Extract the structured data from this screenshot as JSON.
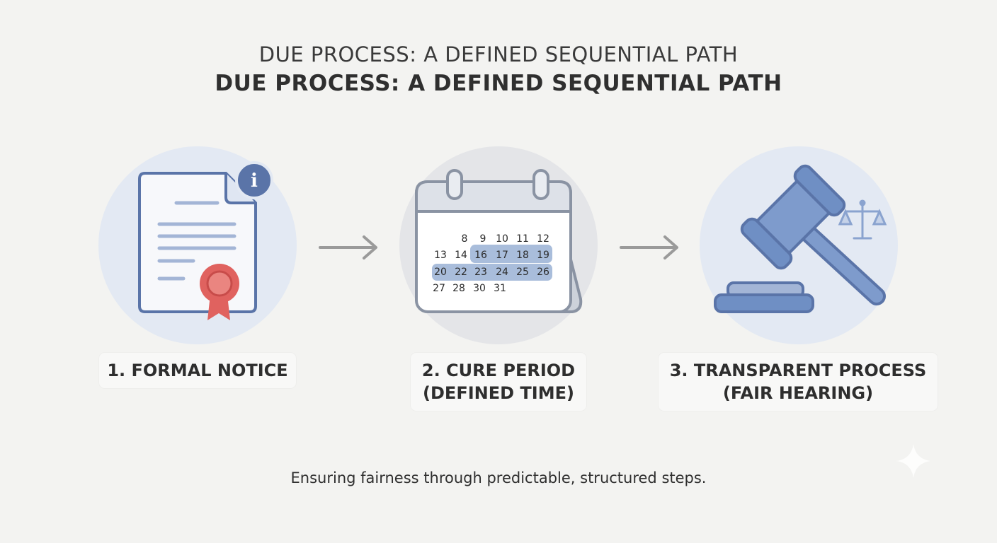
{
  "title": {
    "line1": "DUE PROCESS: A DEFINED SEQUENTIAL PATH",
    "line2": "DUE PROCESS: A DEFINED SEQUENTIAL PATH"
  },
  "steps": [
    {
      "label_line1": "1. FORMAL NOTICE",
      "label_line2": "",
      "icon": "document-seal-icon"
    },
    {
      "label_line1": "2. CURE PERIOD",
      "label_line2": "(DEFINED TIME)",
      "icon": "calendar-icon"
    },
    {
      "label_line1": "3. TRANSPARENT PROCESS",
      "label_line2": "(FAIR HEARING)",
      "icon": "gavel-icon"
    }
  ],
  "calendar": {
    "rows": [
      [
        "",
        "8",
        "9",
        "10",
        "11",
        "12"
      ],
      [
        "13",
        "14",
        "16",
        "17",
        "18",
        "19"
      ],
      [
        "20",
        "22",
        "23",
        "24",
        "25",
        "26"
      ],
      [
        "27",
        "28",
        "30",
        "31",
        "",
        ""
      ]
    ]
  },
  "info_badge": "i",
  "footer": "Ensuring fairness through predictable, structured steps.",
  "colors": {
    "background": "#f3f3f1",
    "icon_blue": "#6f8fc4",
    "icon_stroke": "#5a74a8",
    "seal_red": "#e0625f",
    "highlight": "#a9bddb",
    "arrow": "#9a9a9a"
  }
}
